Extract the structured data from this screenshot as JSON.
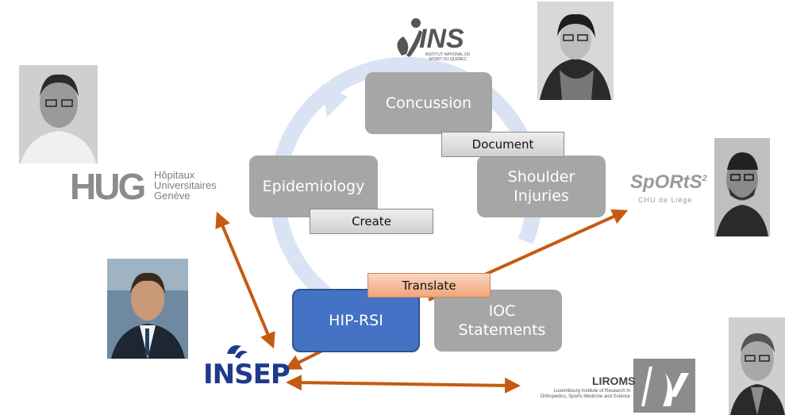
{
  "nodes": {
    "concussion": "Concussion",
    "shoulder": "Shoulder Injuries",
    "epidemiology": "Epidemiology",
    "hip_rsi": "HIP-RSI",
    "ioc": "IOC Statements"
  },
  "tags": {
    "document": "Document",
    "create": "Create",
    "translate": "Translate"
  },
  "logos": {
    "ins": {
      "name": "INS",
      "sub": "INSTITUT NATIONAL DU SPORT DU QUÉBEC"
    },
    "hug": {
      "name": "HUG",
      "line1": "Hôpitaux",
      "line2": "Universitaires",
      "line3": "Genève"
    },
    "sports2": {
      "name": "SpORtS",
      "sup": "2",
      "sub": "CHU de Liège"
    },
    "insep": {
      "name": "INSEP"
    },
    "liroms": {
      "name": "LIROMS",
      "line1": "Luxembourg Institute of Research in",
      "line2": "Orthopedics, Sports Medicine and Science"
    }
  },
  "colors": {
    "node_gray": "#a6a6a6",
    "hip_blue": "#4472c4",
    "arrow_orange": "#c55a11",
    "cycle_blue": "#dae3f3",
    "translate_fill": "#f4b183",
    "tag_gray": "#d9d9d9"
  }
}
